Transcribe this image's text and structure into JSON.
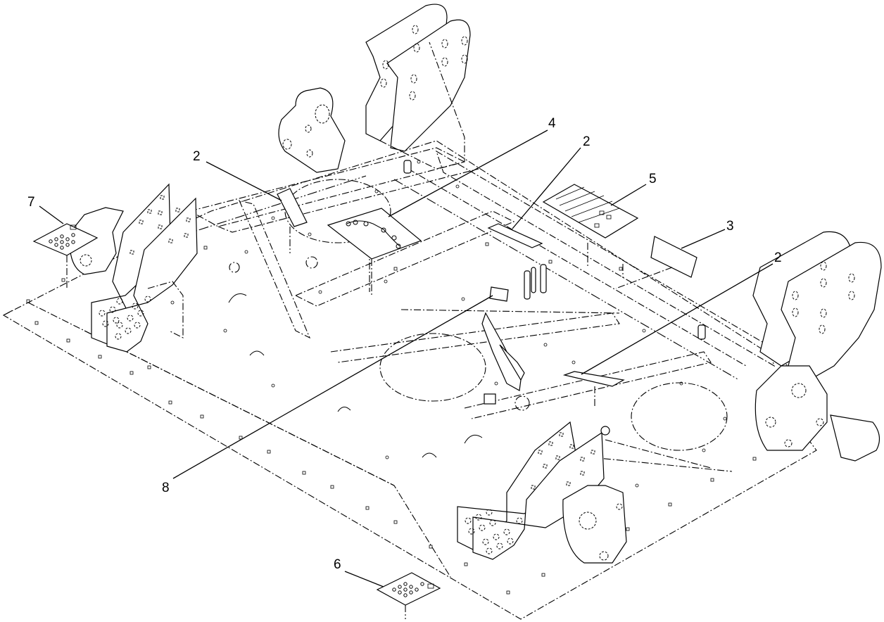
{
  "diagram": {
    "callouts": [
      {
        "id": "c2a",
        "label": "2"
      },
      {
        "id": "c2b",
        "label": "2"
      },
      {
        "id": "c2c",
        "label": "2"
      },
      {
        "id": "c3",
        "label": "3"
      },
      {
        "id": "c4",
        "label": "4"
      },
      {
        "id": "c5",
        "label": "5"
      },
      {
        "id": "c6",
        "label": "6"
      },
      {
        "id": "c7",
        "label": "7"
      },
      {
        "id": "c8",
        "label": "8"
      }
    ]
  }
}
